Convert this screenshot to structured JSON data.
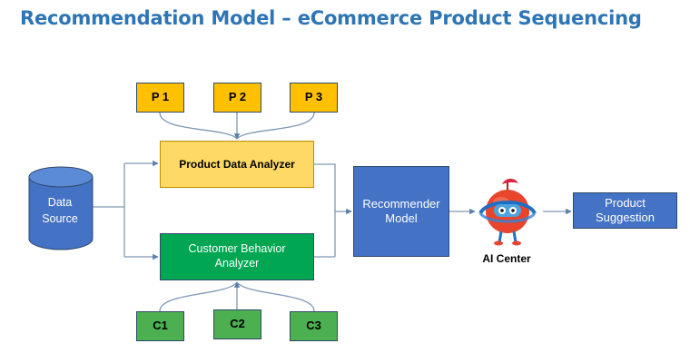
{
  "title": "Recommendation Model – eCommerce Product Sequencing",
  "product_inputs": [
    "P 1",
    "P 2",
    "P 3"
  ],
  "customer_inputs": [
    "C1",
    "C2",
    "C3"
  ],
  "data_source": {
    "line1": "Data",
    "line2": "Source"
  },
  "product_analyzer": "Product Data Analyzer",
  "customer_analyzer": "Customer Behavior Analyzer",
  "recommender": "Recommender Model",
  "ai_center": {
    "label": "AI Center",
    "icon": "robot-mascot-icon"
  },
  "output": "Product Suggestion",
  "colors": {
    "title": "#2E75B6",
    "product_inputs": "#FFC000",
    "product_analyzer": "#FFD966",
    "customer_analyzer": "#00A651",
    "customer_inputs": "#4CAF50",
    "blue_boxes": "#4472C4",
    "connectors": "#5B7FA6"
  }
}
